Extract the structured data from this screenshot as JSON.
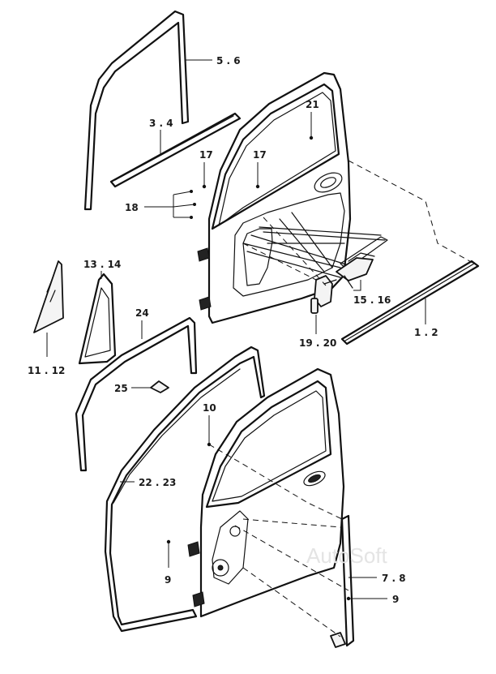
{
  "labels": {
    "l_5_6": "5 . 6",
    "l_3_4": "3 . 4",
    "l_17a": "17",
    "l_17b": "17",
    "l_21": "21",
    "l_18": "18",
    "l_13_14": "13 . 14",
    "l_11_12": "11 . 12",
    "l_24": "24",
    "l_15_16": "15 . 16",
    "l_19_20": "19 . 20",
    "l_1_2": "1 . 2",
    "l_25": "25",
    "l_10": "10",
    "l_22_23": "22 . 23",
    "l_9a": "9",
    "l_7_8": "7 . 8",
    "l_9b": "9"
  },
  "watermark": "AutoSoft"
}
